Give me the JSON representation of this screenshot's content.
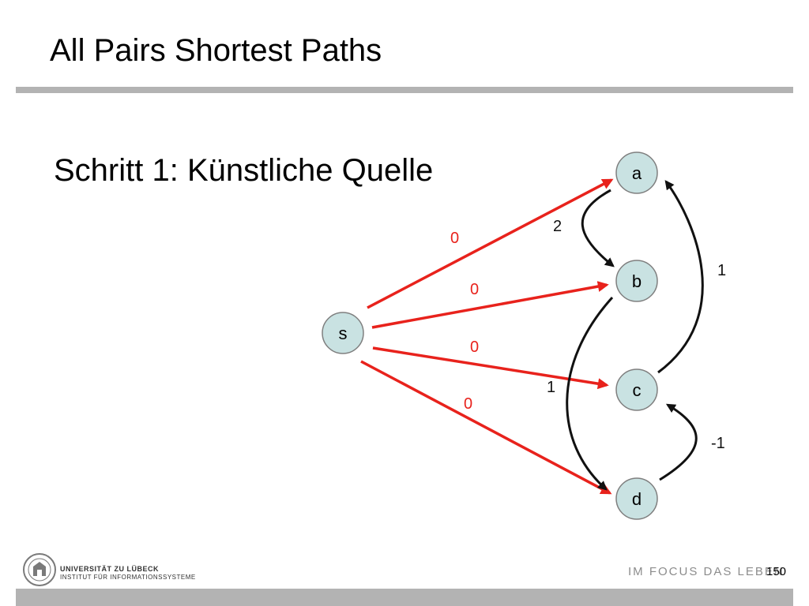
{
  "slide": {
    "title": "All Pairs Shortest Paths",
    "subtitle": "Schritt 1: Künstliche Quelle",
    "page_number": "150"
  },
  "footer": {
    "university": "UNIVERSITÄT ZU LÜBECK",
    "institute": "INSTITUT FÜR INFORMATIONSSYSTEME",
    "tagline": "IM FOCUS DAS LEBEN"
  },
  "graph": {
    "nodes": {
      "a": {
        "label": "a"
      },
      "b": {
        "label": "b"
      },
      "c": {
        "label": "c"
      },
      "d": {
        "label": "d"
      },
      "s": {
        "label": "s"
      }
    },
    "source_edges": [
      {
        "from": "s",
        "to": "a",
        "weight": "0"
      },
      {
        "from": "s",
        "to": "b",
        "weight": "0"
      },
      {
        "from": "s",
        "to": "c",
        "weight": "0"
      },
      {
        "from": "s",
        "to": "d",
        "weight": "0"
      }
    ],
    "edges": [
      {
        "from": "a",
        "to": "b",
        "weight": "2"
      },
      {
        "from": "c",
        "to": "a",
        "weight": "1"
      },
      {
        "from": "b",
        "to": "d",
        "weight": "1"
      },
      {
        "from": "d",
        "to": "c",
        "weight": "-1"
      }
    ]
  },
  "colors": {
    "source_edge": "#e8221c",
    "edge": "#111111",
    "node_fill": "#c9e2e2",
    "node_stroke": "#7f7f7f"
  }
}
